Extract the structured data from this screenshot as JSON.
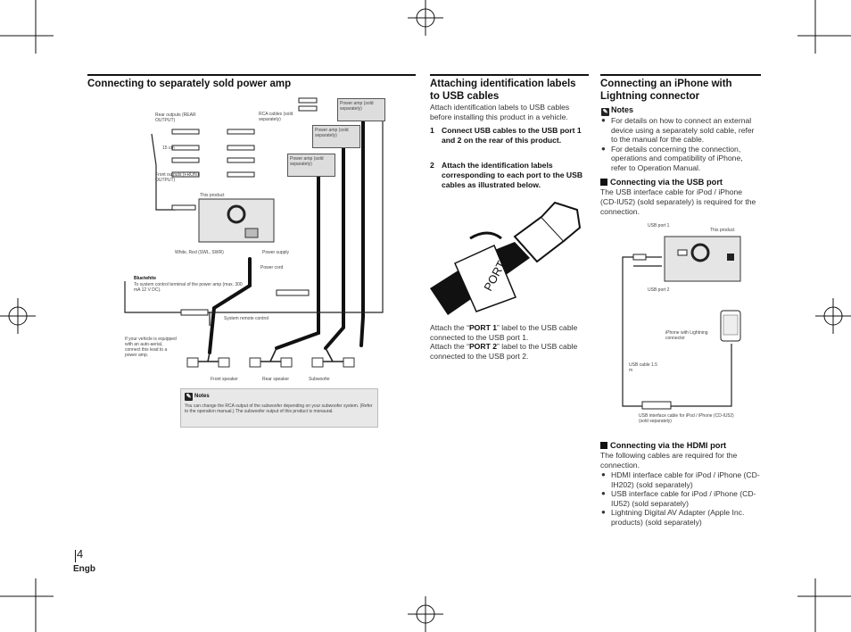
{
  "page_number": "4",
  "language_tag": "Engb",
  "amp_section": {
    "title": "Connecting to separately sold power amp",
    "labels": {
      "power_amp_1": "Power amp (sold separately)",
      "power_amp_2": "Power amp (sold separately)",
      "power_amp_3": "Power amp (sold separately)",
      "rear_outputs": "Rear outputs (REAR OUTPUT)",
      "rca_cables": "RCA cables (sold separately)",
      "length_15cm": "15 cm",
      "front_outputs": "Front outputs (FRONT OUTPUT)",
      "this_product": "This product",
      "white_red": "White, Red (SWL, SWR)",
      "power_supply": "Power supply",
      "power_cord": "Power cord",
      "blue_white": "Blue/white",
      "blue_white_desc": "To system control terminal of the power amp (max. 300 mA 12 V DC).",
      "system_remote": "System remote control",
      "auto_aerial_note": "If your vehicle is equipped with an auto-aerial, connect this lead to a power amp.",
      "front_speaker": "Front speaker",
      "rear_speaker": "Rear speaker",
      "subwoofer": "Subwoofer"
    },
    "notes_title": "Notes",
    "notes_text": "You can change the RCA output of the subwoofer depending on your subwoofer system. (Refer to the operation manual.) The subwoofer output of this product is monaural."
  },
  "usb_labels_section": {
    "title_line1": "Attaching identification labels",
    "title_line2": "to USB cables",
    "intro": "Attach identification labels to USB cables before installing this product in a vehicle.",
    "steps": [
      {
        "num": "1",
        "text": "Connect USB cables to the USB port 1 and 2 on the rear of this product."
      },
      {
        "num": "2",
        "text": "Attach the identification labels corresponding to each port to the USB cables as illustrated below."
      }
    ],
    "illustration_label": "PORT1",
    "after_1a": "Attach the “",
    "after_1b": "PORT 1",
    "after_1c": "” label to the USB cable connected to the USB port 1.",
    "after_2a": "Attach the “",
    "after_2b": "PORT 2",
    "after_2c": "” label to the USB cable connected to the USB port 2."
  },
  "iphone_section": {
    "title_line1": "Connecting an iPhone with",
    "title_line2": "Lightning connector",
    "notes_title": "Notes",
    "notes": [
      "For details on how to connect an external device using a separately sold cable, refer to the manual for the cable.",
      "For details concerning the connection, operations and compatibility of iPhone, refer to Operation Manual."
    ],
    "usb_port_title": "Connecting via the USB port",
    "usb_port_text": "The USB interface cable for iPod / iPhone (CD-IU52) (sold separately) is required for the connection.",
    "diagram": {
      "usb_port_1": "USB port 1",
      "this_product": "This product",
      "usb_port_2": "USB port 2",
      "iphone_with": "iPhone with Lightning connector",
      "usb_cable": "USB cable 1.5 m",
      "interface_cable": "USB interface cable for iPod / iPhone (CD-IU52) (sold separately)"
    },
    "hdmi_title": "Connecting via the HDMI port",
    "hdmi_intro": "The following cables are required for the connection.",
    "hdmi_items": [
      "HDMI interface cable for iPod / iPhone (CD-IH202) (sold separately)",
      "USB interface cable for iPod / iPhone (CD-IU52) (sold separately)",
      "Lightning Digital AV Adapter (Apple Inc. products) (sold separately)"
    ]
  }
}
